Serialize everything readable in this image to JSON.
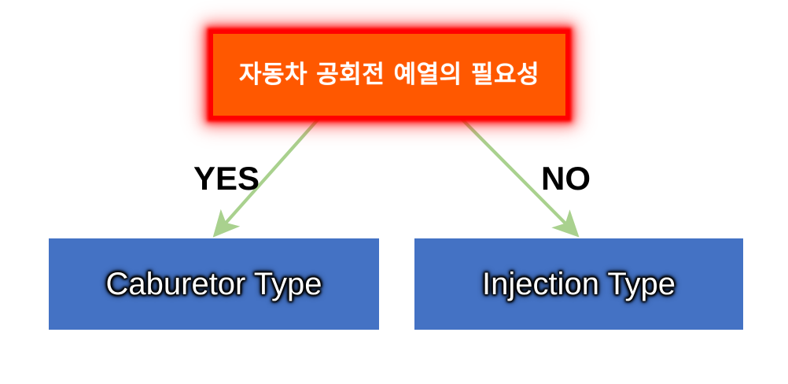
{
  "diagram": {
    "type": "decision-flowchart",
    "background_color": "#FFFFFF",
    "root": {
      "label": "자동차 공회전 예열의 필요성",
      "fill_color": "#FF5800",
      "border_color": "#FF0000",
      "text_color": "#FFFFFF"
    },
    "branches": [
      {
        "label": "YES",
        "label_color": "#000000",
        "arrow_color": "#A9D18E",
        "target": "caburetor"
      },
      {
        "label": "NO",
        "label_color": "#000000",
        "arrow_color": "#A9D18E",
        "target": "injection"
      }
    ],
    "outcomes": [
      {
        "id": "caburetor",
        "label": "Caburetor Type",
        "fill_color": "#4472C4",
        "text_color": "#FFFFFF"
      },
      {
        "id": "injection",
        "label": "Injection Type",
        "fill_color": "#4472C4",
        "text_color": "#FFFFFF"
      }
    ]
  }
}
